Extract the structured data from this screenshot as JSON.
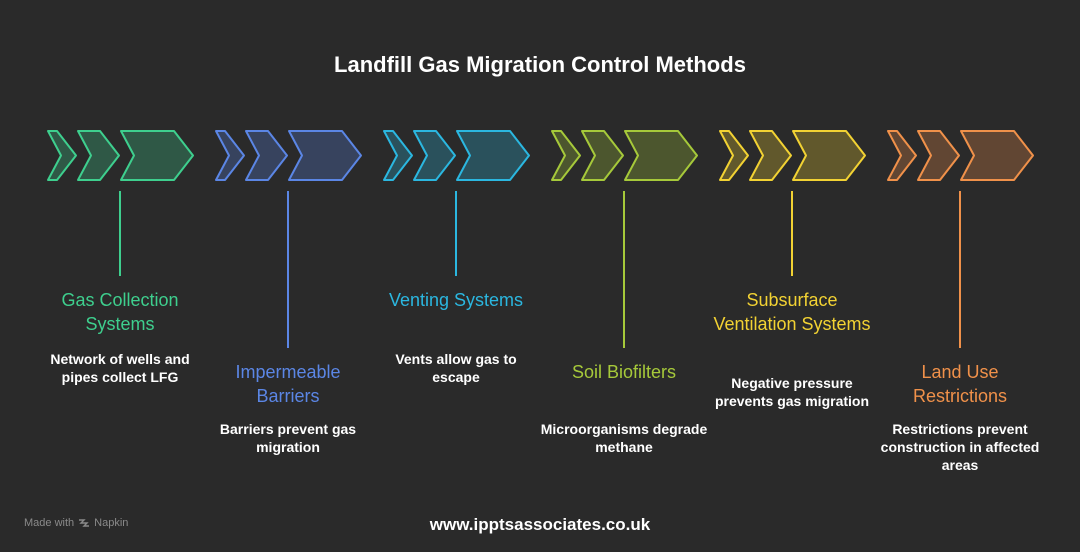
{
  "title": "Landfill Gas Migration Control Methods",
  "steps": [
    {
      "label": "Gas Collection Systems",
      "description": "Network of wells and pipes collect LFG",
      "color": "#3ecf8e",
      "position": "top"
    },
    {
      "label": "Impermeable Barriers",
      "description": "Barriers prevent gas migration",
      "color": "#5b86e5",
      "position": "bottom"
    },
    {
      "label": "Venting Systems",
      "description": "Vents allow gas to escape",
      "color": "#2bb7e0",
      "position": "top"
    },
    {
      "label": "Soil Biofilters",
      "description": "Microorganisms degrade methane",
      "color": "#a6c93a",
      "position": "bottom"
    },
    {
      "label": "Subsurface Ventilation Systems",
      "description": "Negative pressure prevents gas migration",
      "color": "#f2d233",
      "position": "top"
    },
    {
      "label": "Land Use Restrictions",
      "description": "Restrictions prevent construction in affected areas",
      "color": "#f0914a",
      "position": "bottom"
    }
  ],
  "attribution": {
    "text": "Made with",
    "brand": "Napkin"
  },
  "footer": "www.ipptsassociates.co.uk"
}
